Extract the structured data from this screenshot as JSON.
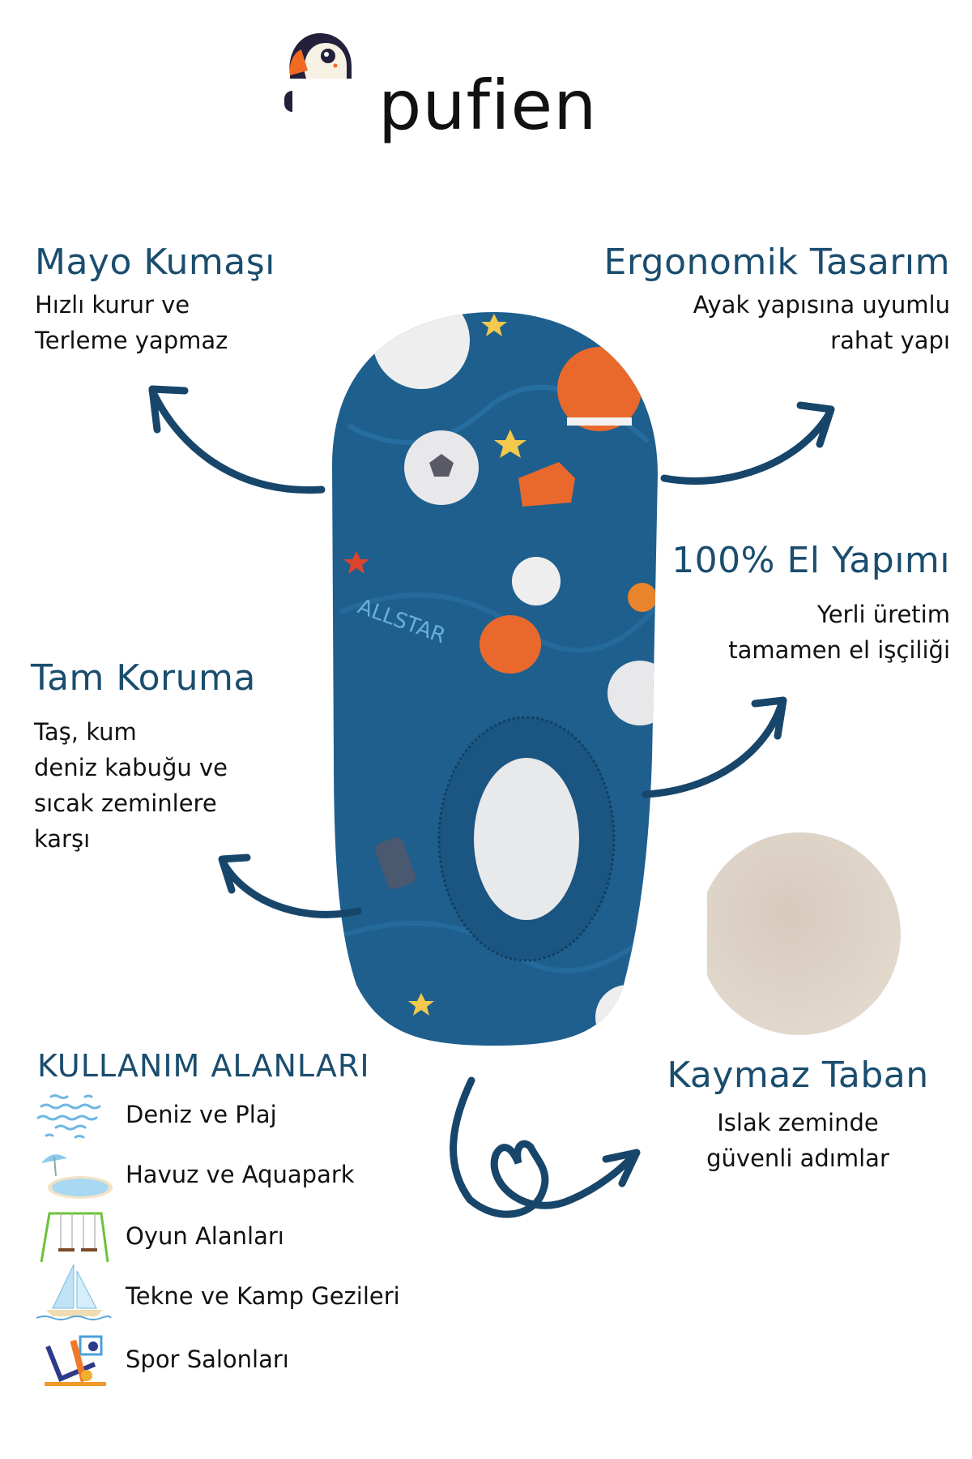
{
  "brand": {
    "name": "pufien",
    "mascot_icon": "puffin-mascot-icon"
  },
  "features": {
    "mayo": {
      "title": "Mayo Kumaşı",
      "lines": [
        "Hızlı kurur ve",
        "Terleme yapmaz"
      ]
    },
    "ergonomik": {
      "title": "Ergonomik Tasarım",
      "lines": [
        "Ayak yapısına uyumlu",
        "rahat yapı"
      ]
    },
    "el_yapimi": {
      "title": "100% El Yapımı",
      "lines": [
        "Yerli üretim",
        "tamamen el işçiliği"
      ]
    },
    "koruma": {
      "title": "Tam Koruma",
      "lines": [
        "Taş, kum",
        "deniz kabuğu ve",
        "sıcak zeminlere",
        "karşı"
      ]
    },
    "kaymaz": {
      "title": "Kaymaz Taban",
      "lines": [
        "Islak zeminde",
        "güvenli adımlar"
      ]
    }
  },
  "usage": {
    "title": "KULLANIM ALANLARI",
    "items": [
      {
        "label": "Deniz ve Plaj",
        "icon": "waves-icon"
      },
      {
        "label": "Havuz ve Aquapark",
        "icon": "pool-umbrella-icon"
      },
      {
        "label": "Oyun Alanları",
        "icon": "swing-set-icon"
      },
      {
        "label": "Tekne ve Kamp Gezileri",
        "icon": "sailboat-icon"
      },
      {
        "label": "Spor Salonları",
        "icon": "gym-machine-icon"
      }
    ]
  },
  "colors": {
    "heading": "#1a4d6e",
    "arrow": "#17466a",
    "sock_base": "#1e5f8e",
    "sole": "#ddd2c6"
  }
}
